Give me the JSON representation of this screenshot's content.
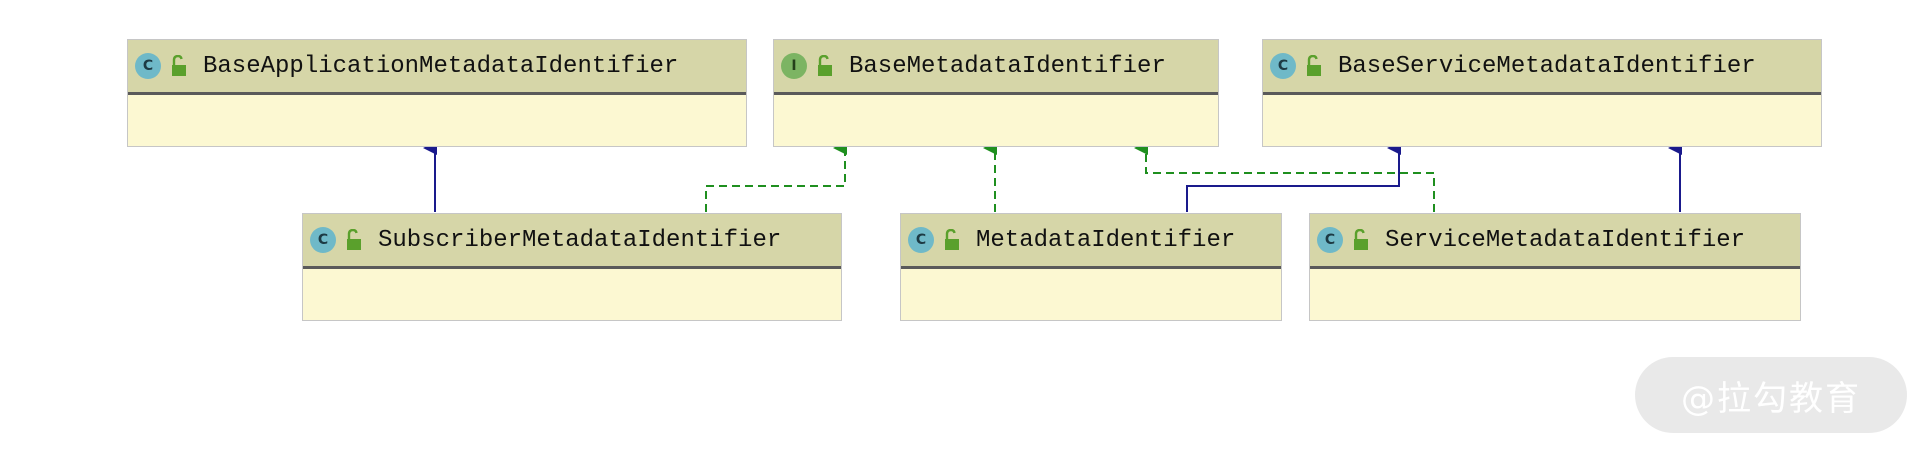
{
  "colors": {
    "header_bg": "#d6d6a8",
    "body_bg": "#fcf8d2",
    "class_badge": "#6fb9c8",
    "interface_badge": "#7cb463",
    "extends_edge": "#1a1a8c",
    "implements_edge": "#1f8f1f"
  },
  "diagram": {
    "classes": [
      {
        "id": "base-app",
        "kind_letter": "C",
        "kind": "class",
        "visibility_icon": "open-lock-icon",
        "name": "BaseApplicationMetadataIdentifier"
      },
      {
        "id": "base-meta",
        "kind_letter": "I",
        "kind": "interface",
        "visibility_icon": "open-lock-icon",
        "name": "BaseMetadataIdentifier"
      },
      {
        "id": "base-svc",
        "kind_letter": "C",
        "kind": "class",
        "visibility_icon": "open-lock-icon",
        "name": "BaseServiceMetadataIdentifier"
      },
      {
        "id": "subscriber",
        "kind_letter": "C",
        "kind": "class",
        "visibility_icon": "open-lock-icon",
        "name": "SubscriberMetadataIdentifier"
      },
      {
        "id": "metadata",
        "kind_letter": "C",
        "kind": "class",
        "visibility_icon": "open-lock-icon",
        "name": "MetadataIdentifier"
      },
      {
        "id": "service",
        "kind_letter": "C",
        "kind": "class",
        "visibility_icon": "open-lock-icon",
        "name": "ServiceMetadataIdentifier"
      }
    ],
    "relations": [
      {
        "from": "subscriber",
        "to": "base-app",
        "type": "extends"
      },
      {
        "from": "subscriber",
        "to": "base-meta",
        "type": "implements"
      },
      {
        "from": "metadata",
        "to": "base-meta",
        "type": "implements"
      },
      {
        "from": "metadata",
        "to": "base-svc",
        "type": "extends"
      },
      {
        "from": "service",
        "to": "base-meta",
        "type": "implements"
      },
      {
        "from": "service",
        "to": "base-svc",
        "type": "extends"
      }
    ]
  },
  "watermark": {
    "text": "@拉勾教育"
  }
}
